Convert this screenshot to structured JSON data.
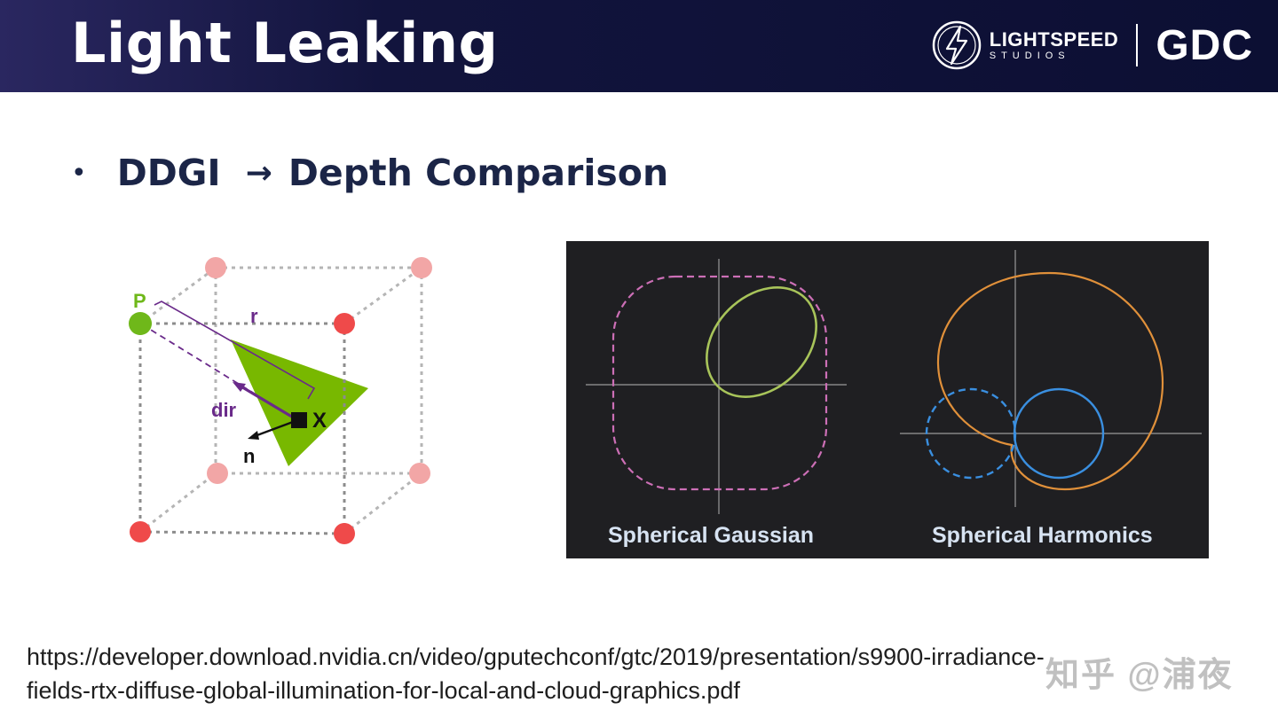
{
  "slide": {
    "title": "Light Leaking",
    "bullet": {
      "left": "DDGI",
      "arrow": "→",
      "right": "Depth Comparison"
    },
    "url_line1": "https://developer.download.nvidia.cn/video/gputechconf/gtc/2019/presentation/s9900-irradiance-",
    "url_line2": "fields-rtx-diffuse-global-illumination-for-local-and-cloud-graphics.pdf",
    "watermark": "知乎 @浦夜"
  },
  "brand": {
    "lightspeed_name": "LIGHTSPEED",
    "lightspeed_sub": "STUDIOS",
    "gdc": "GDC"
  },
  "probe_diagram": {
    "label_p": "P",
    "label_r": "r",
    "label_dir": "dir",
    "label_x": "X",
    "label_n": "n",
    "colors": {
      "probe_green": "#6fb81a",
      "corner_red": "#ef4a4a",
      "corner_pink": "#f2a6a6",
      "ray_purple": "#6a2a8a",
      "triangle_green": "#78b800"
    }
  },
  "lobes_panel": {
    "caption_sg": "Spherical Gaussian",
    "caption_sh": "Spherical Harmonics",
    "colors": {
      "background": "#1f1f22",
      "sg_dashed": "#cc6fb6",
      "sg_lobe": "#a8c45a",
      "sh_orange": "#e0903a",
      "sh_blue": "#3a8fe0",
      "axes": "#9a9a9a"
    }
  }
}
